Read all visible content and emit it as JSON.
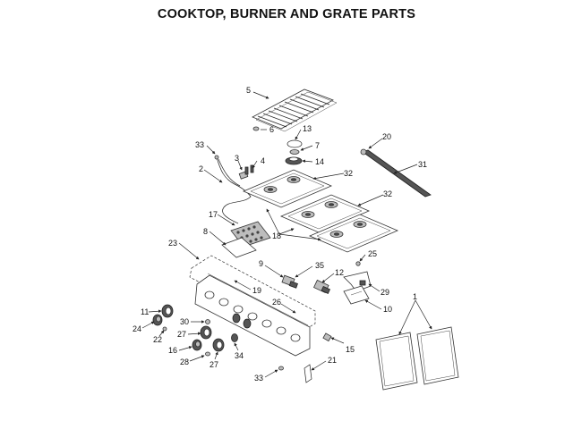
{
  "title": "COOKTOP, BURNER AND GRATE PARTS",
  "callouts": [
    {
      "id": "c5",
      "label": "5"
    },
    {
      "id": "c6",
      "label": "6"
    },
    {
      "id": "c13",
      "label": "13"
    },
    {
      "id": "c7",
      "label": "7"
    },
    {
      "id": "c14",
      "label": "14"
    },
    {
      "id": "c20",
      "label": "20"
    },
    {
      "id": "c31",
      "label": "31"
    },
    {
      "id": "c33a",
      "label": "33"
    },
    {
      "id": "c3",
      "label": "3"
    },
    {
      "id": "c4",
      "label": "4"
    },
    {
      "id": "c2",
      "label": "2"
    },
    {
      "id": "c32a",
      "label": "32"
    },
    {
      "id": "c32b",
      "label": "32"
    },
    {
      "id": "c17",
      "label": "17"
    },
    {
      "id": "c8",
      "label": "8"
    },
    {
      "id": "c18",
      "label": "18"
    },
    {
      "id": "c23",
      "label": "23"
    },
    {
      "id": "c25",
      "label": "25"
    },
    {
      "id": "c9",
      "label": "9"
    },
    {
      "id": "c35",
      "label": "35"
    },
    {
      "id": "c12",
      "label": "12"
    },
    {
      "id": "c29",
      "label": "29"
    },
    {
      "id": "c19",
      "label": "19"
    },
    {
      "id": "c26",
      "label": "26"
    },
    {
      "id": "c10",
      "label": "10"
    },
    {
      "id": "c1",
      "label": "1"
    },
    {
      "id": "c11",
      "label": "11"
    },
    {
      "id": "c30",
      "label": "30"
    },
    {
      "id": "c24",
      "label": "24"
    },
    {
      "id": "c22",
      "label": "22"
    },
    {
      "id": "c27a",
      "label": "27"
    },
    {
      "id": "c16",
      "label": "16"
    },
    {
      "id": "c28",
      "label": "28"
    },
    {
      "id": "c27b",
      "label": "27"
    },
    {
      "id": "c34",
      "label": "34"
    },
    {
      "id": "c15",
      "label": "15"
    },
    {
      "id": "c21",
      "label": "21"
    },
    {
      "id": "c33b",
      "label": "33"
    }
  ]
}
